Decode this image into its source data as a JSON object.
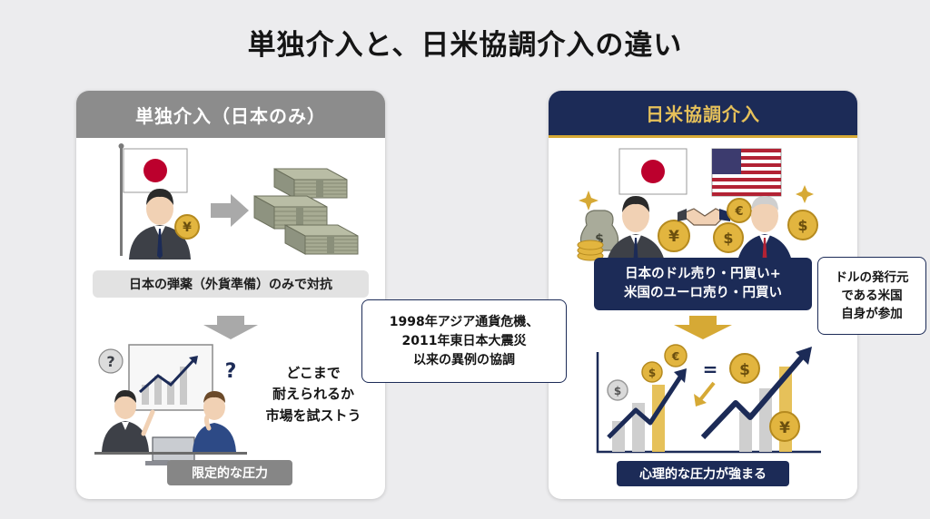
{
  "title": "単独介入と、日米協調介入の違い",
  "left_panel": {
    "heading": "単独介入（日本のみ）",
    "strategy": "日本の弾薬（外貨準備）のみで対抗",
    "market_test": [
      "どこまで",
      "耐えられるか",
      "市場を試ストう"
    ],
    "pressure": "限定的な圧力",
    "coin_symbol": "¥"
  },
  "right_panel": {
    "heading": "日米協調介入",
    "strategy": [
      "日本のドル売り・円買い+",
      "米国のユーロ売り・円買い"
    ],
    "pressure": "心理的な圧力が強まる",
    "coin_symbols": {
      "yen": "¥",
      "dollar": "$",
      "euro": "€"
    },
    "equals": "="
  },
  "center_callout": [
    "1998年アジア通貨危機、",
    "2011年東日本大震災",
    "以来の異例の協調"
  ],
  "right_callout": [
    "ドルの発行元",
    "である米国",
    "自身が参加"
  ],
  "colors": {
    "navy": "#1c2b57",
    "gold": "#d6a935",
    "gray_header": "#8c8c8c",
    "flag_red": "#bc002d"
  }
}
